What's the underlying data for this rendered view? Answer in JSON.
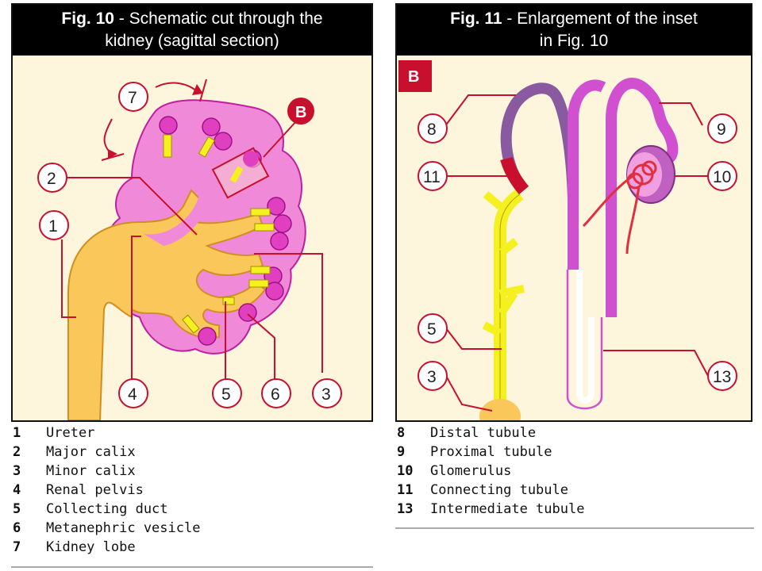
{
  "fig10": {
    "title_bold": "Fig. 10",
    "title_rest": " - Schematic cut through the",
    "title_line2": "kidney (sagittal section)",
    "callouts": [
      "1",
      "2",
      "3",
      "4",
      "5",
      "6",
      "7"
    ],
    "inset_badge": "B"
  },
  "fig11": {
    "title_bold": "Fig. 11",
    "title_rest": " - Enlargement of the inset",
    "title_line2": "in Fig. 10",
    "badge": "B",
    "callouts": [
      "8",
      "9",
      "10",
      "11",
      "5",
      "3",
      "13"
    ]
  },
  "legend_left": [
    {
      "num": "1",
      "label": "Ureter"
    },
    {
      "num": "2",
      "label": "Major calix"
    },
    {
      "num": "3",
      "label": "Minor calix"
    },
    {
      "num": "4",
      "label": "Renal pelvis"
    },
    {
      "num": "5",
      "label": "Collecting duct"
    },
    {
      "num": "6",
      "label": "Metanephric vesicle"
    },
    {
      "num": "7",
      "label": "Kidney lobe"
    }
  ],
  "legend_right": [
    {
      "num": "8",
      "label": "Distal tubule"
    },
    {
      "num": "9",
      "label": "Proximal tubule"
    },
    {
      "num": "10",
      "label": "Glomerulus"
    },
    {
      "num": "11",
      "label": "Connecting tubule"
    },
    {
      "num": "13",
      "label": "Intermediate tubule"
    }
  ],
  "colors": {
    "cortex_pink": "#f08ad8",
    "vesicle_pink": "#e040c0",
    "yellow_tissue": "#f9c75a",
    "bright_yellow": "#f5f020",
    "callout_red": "#c8102e",
    "tubule_purple": "#8a5aa0",
    "tubule_magenta": "#d050d0",
    "panel_bg": "#fdf5dc"
  }
}
